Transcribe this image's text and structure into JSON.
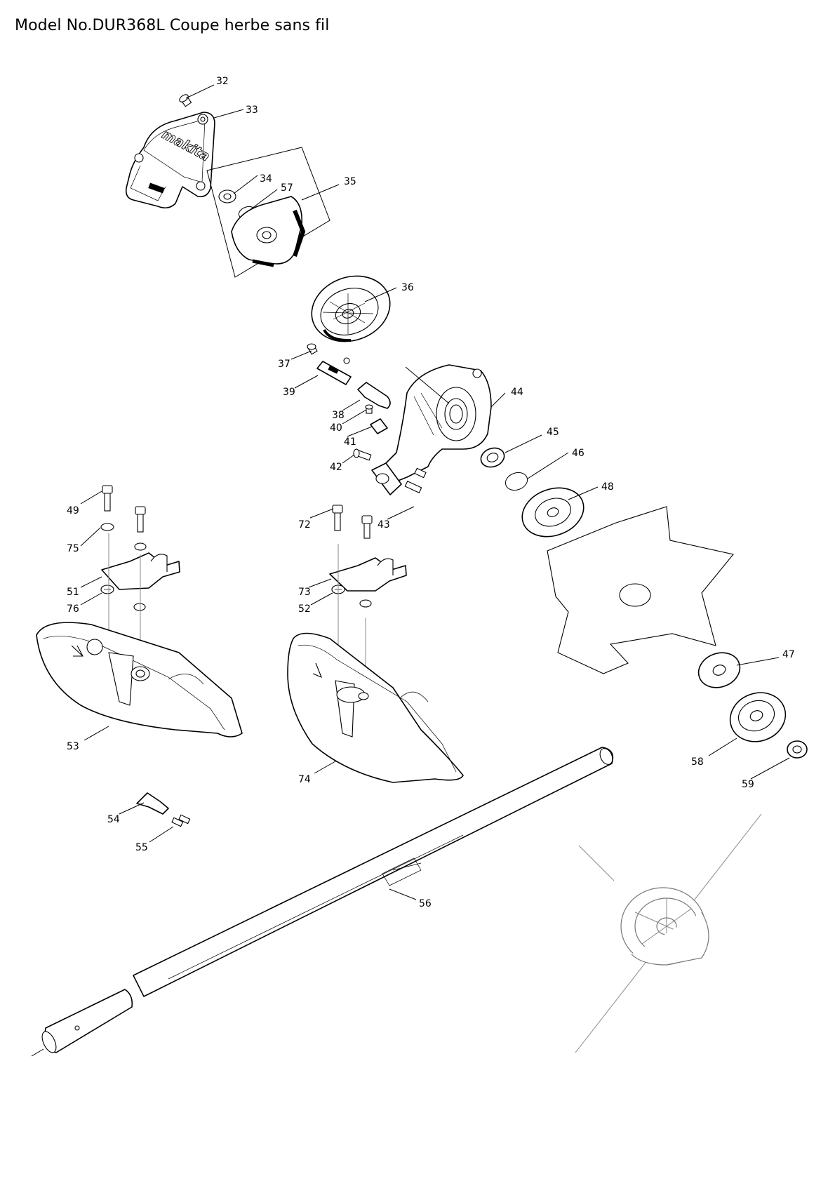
{
  "title": "Model No.DUR368L Coupe herbe sans fil",
  "logo_text": "makita",
  "callouts": [
    {
      "id": "c32",
      "label": "32"
    },
    {
      "id": "c33",
      "label": "33"
    },
    {
      "id": "c34",
      "label": "34"
    },
    {
      "id": "c57",
      "label": "57"
    },
    {
      "id": "c35",
      "label": "35"
    },
    {
      "id": "c36",
      "label": "36"
    },
    {
      "id": "c37",
      "label": "37"
    },
    {
      "id": "c39",
      "label": "39"
    },
    {
      "id": "c44",
      "label": "44"
    },
    {
      "id": "c38",
      "label": "38"
    },
    {
      "id": "c40",
      "label": "40"
    },
    {
      "id": "c41",
      "label": "41"
    },
    {
      "id": "c45",
      "label": "45"
    },
    {
      "id": "c46",
      "label": "46"
    },
    {
      "id": "c42",
      "label": "42"
    },
    {
      "id": "c48",
      "label": "48"
    },
    {
      "id": "c49",
      "label": "49"
    },
    {
      "id": "c72",
      "label": "72"
    },
    {
      "id": "c43",
      "label": "43"
    },
    {
      "id": "c75",
      "label": "75"
    },
    {
      "id": "c51",
      "label": "51"
    },
    {
      "id": "c73",
      "label": "73"
    },
    {
      "id": "c76",
      "label": "76"
    },
    {
      "id": "c52",
      "label": "52"
    },
    {
      "id": "c47",
      "label": "47"
    },
    {
      "id": "c53",
      "label": "53"
    },
    {
      "id": "c58",
      "label": "58"
    },
    {
      "id": "c74",
      "label": "74"
    },
    {
      "id": "c59",
      "label": "59"
    },
    {
      "id": "c54",
      "label": "54"
    },
    {
      "id": "c55",
      "label": "55"
    },
    {
      "id": "c56",
      "label": "56"
    }
  ]
}
